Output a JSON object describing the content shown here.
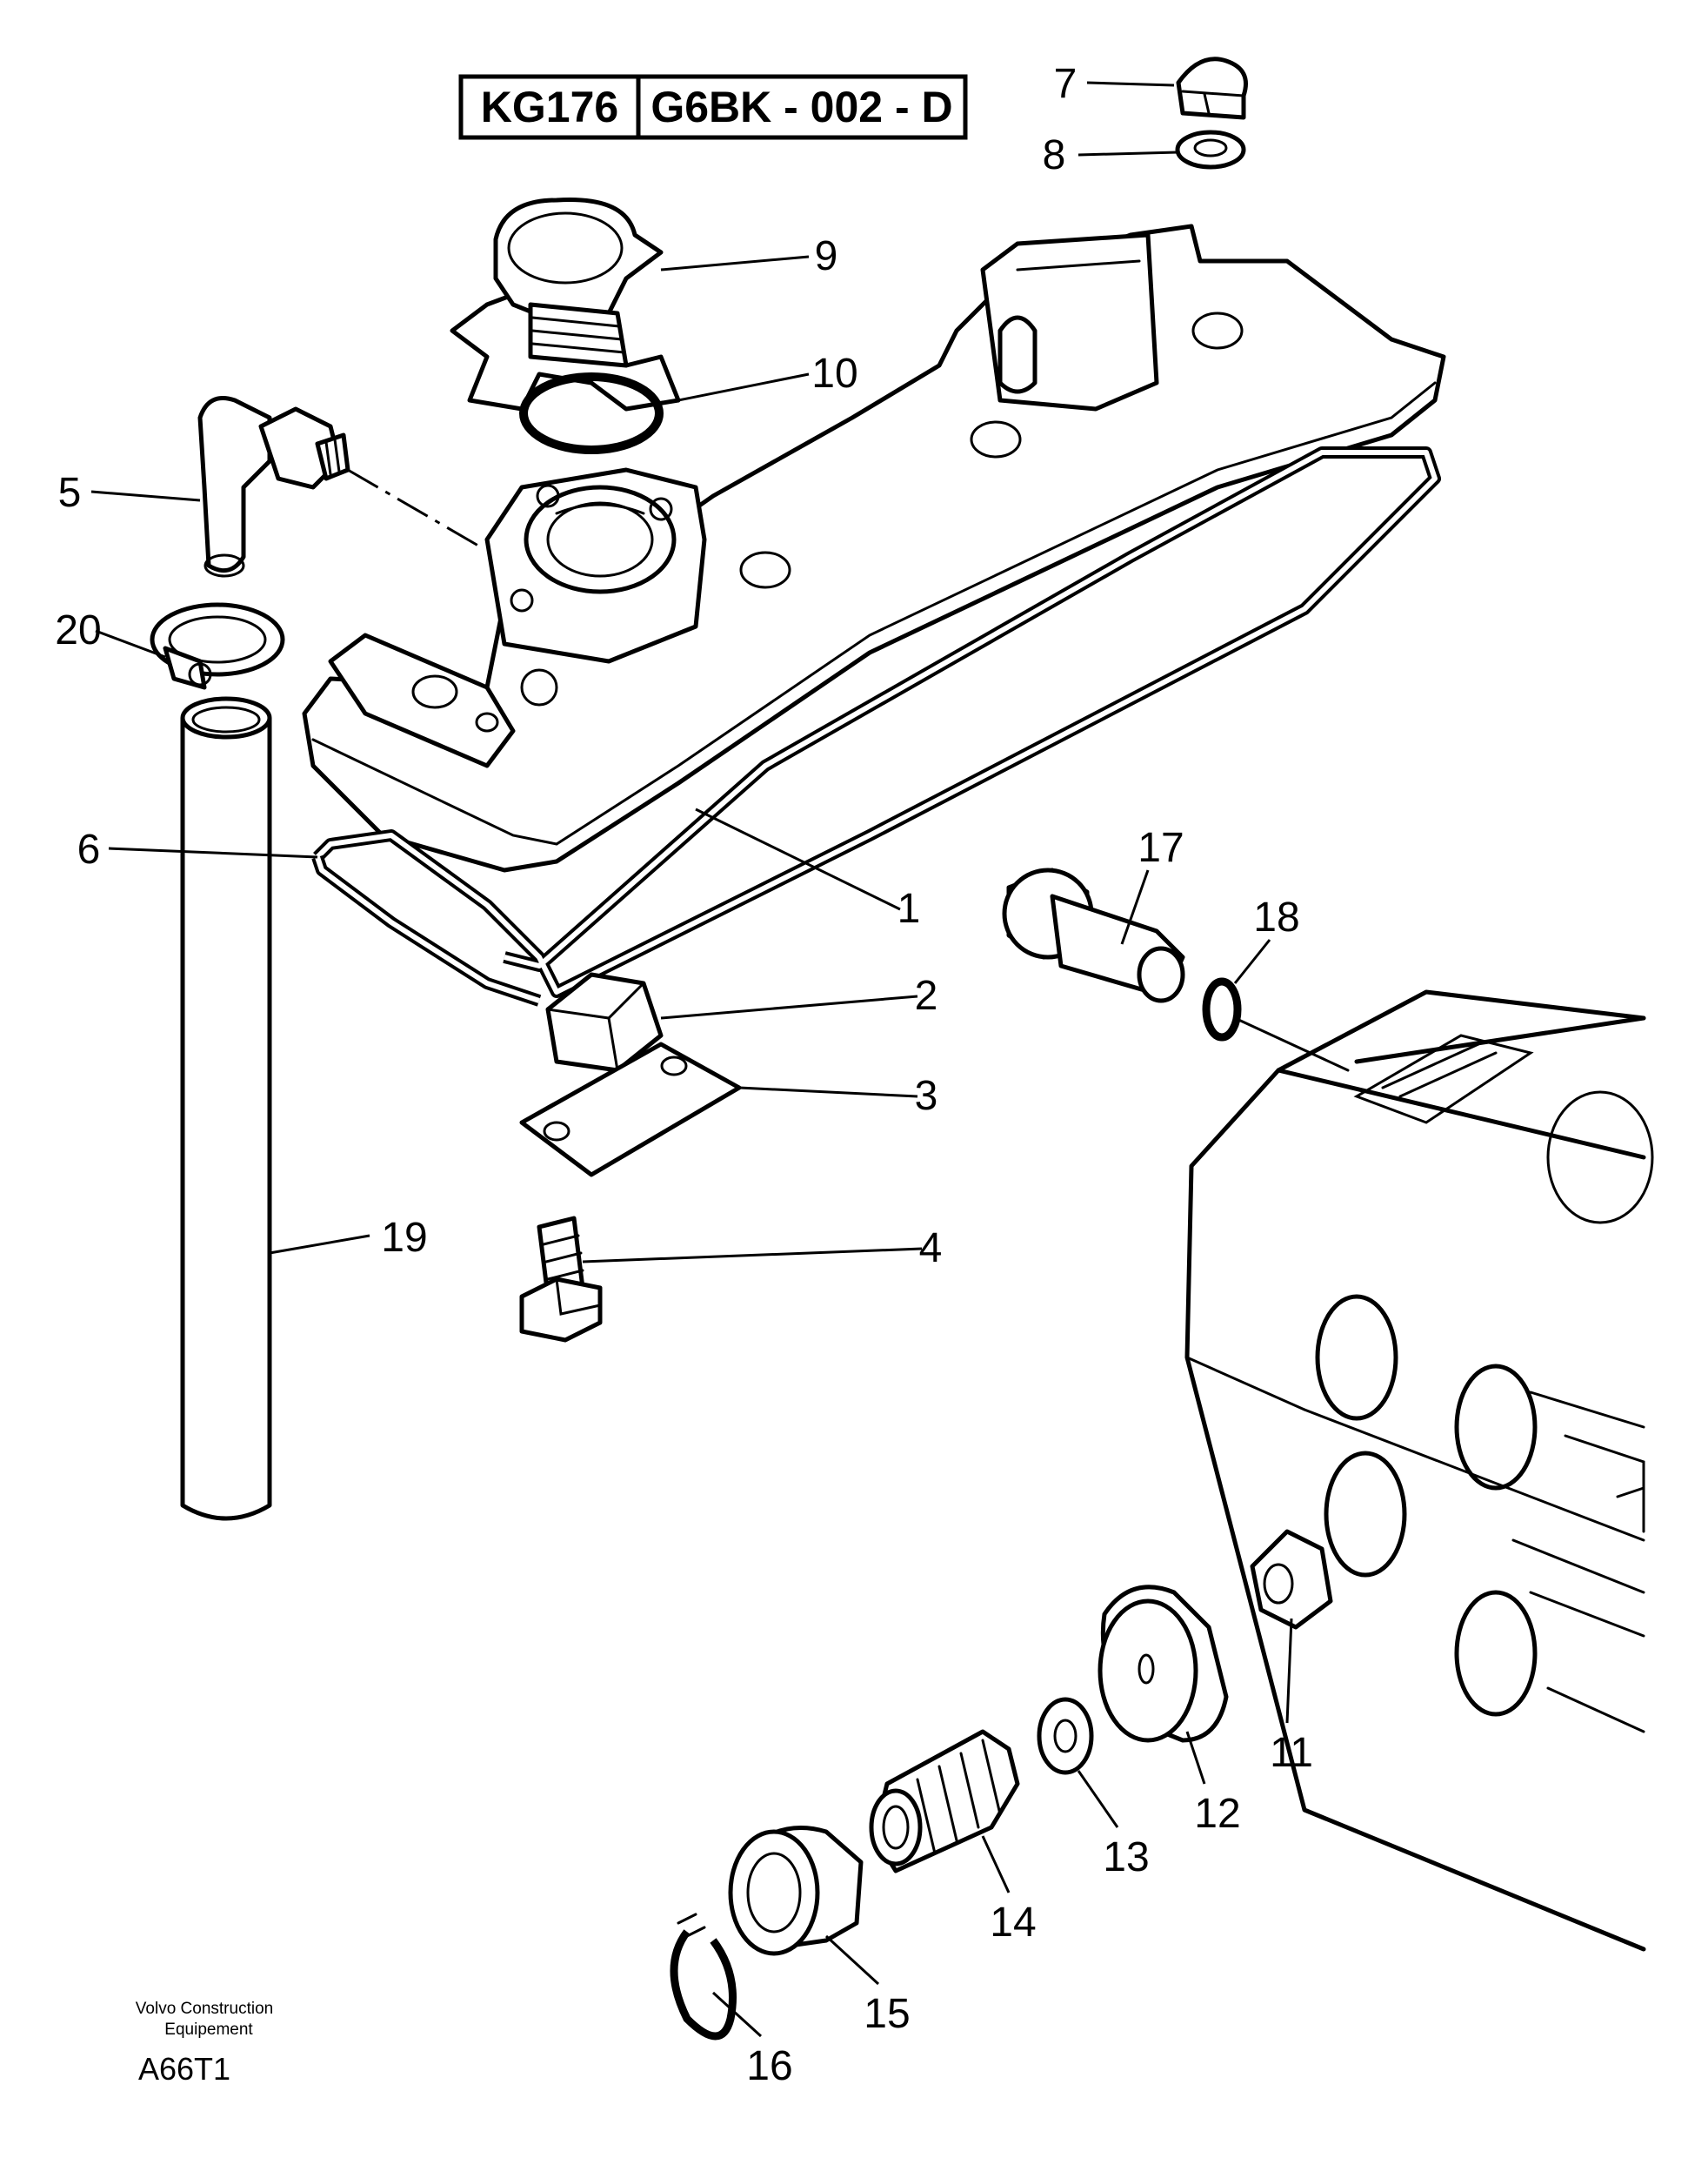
{
  "header": {
    "code_left": "KG176",
    "code_right": "G6BK - 002 - D"
  },
  "callouts": [
    {
      "id": "c1",
      "label": "1"
    },
    {
      "id": "c2",
      "label": "2"
    },
    {
      "id": "c3",
      "label": "3"
    },
    {
      "id": "c4",
      "label": "4"
    },
    {
      "id": "c5",
      "label": "5"
    },
    {
      "id": "c6",
      "label": "6"
    },
    {
      "id": "c7",
      "label": "7"
    },
    {
      "id": "c8",
      "label": "8"
    },
    {
      "id": "c9",
      "label": "9"
    },
    {
      "id": "c10",
      "label": "10"
    },
    {
      "id": "c11",
      "label": "11"
    },
    {
      "id": "c12",
      "label": "12"
    },
    {
      "id": "c13",
      "label": "13"
    },
    {
      "id": "c14",
      "label": "14"
    },
    {
      "id": "c15",
      "label": "15"
    },
    {
      "id": "c16",
      "label": "16"
    },
    {
      "id": "c17",
      "label": "17"
    },
    {
      "id": "c18",
      "label": "18"
    },
    {
      "id": "c19",
      "label": "19"
    },
    {
      "id": "c20",
      "label": "20"
    }
  ],
  "footer": {
    "company_line1": "Volvo Construction",
    "company_line2": "Equipement",
    "drawing_code": "A66T1"
  }
}
